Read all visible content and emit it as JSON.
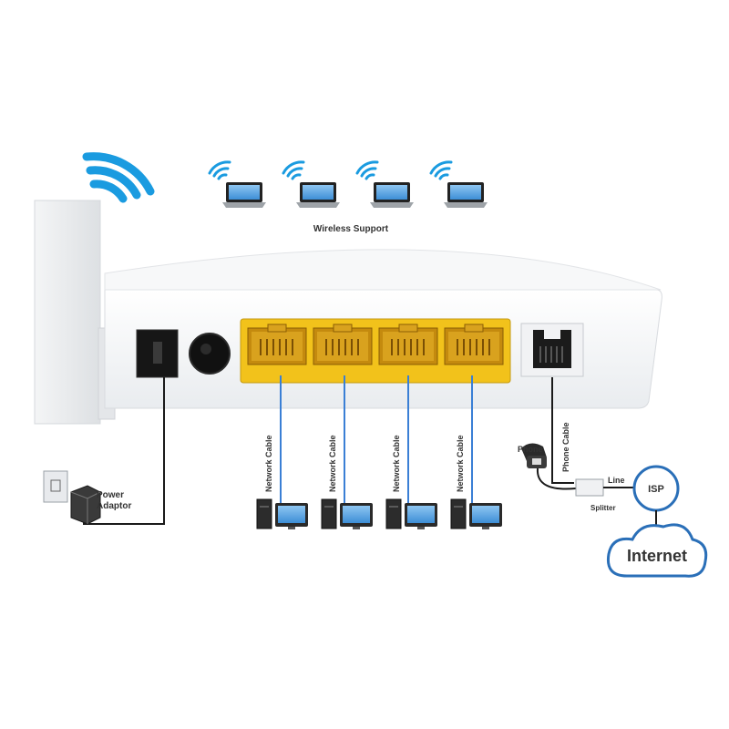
{
  "labels": {
    "wireless": "Wireless Support",
    "power_adapter_line1": "Power",
    "power_adapter_line2": "Adaptor",
    "network_cable": "Network Cable",
    "phone": "Phone",
    "phone_cable": "Phone Cable",
    "line": "Line",
    "splitter": "Splitter",
    "isp": "ISP",
    "internet": "Internet"
  },
  "colors": {
    "lan_port": "#f2c21b",
    "lan_cable": "#3a7fd5",
    "wifi": "#1a9be0",
    "internet_outline": "#2a6fb8",
    "internet_text": "#1f5f9f"
  },
  "wireless_clients": [
    "laptop",
    "laptop",
    "laptop",
    "laptop"
  ],
  "lan_ports": [
    "lan-1",
    "lan-2",
    "lan-3",
    "lan-4"
  ],
  "wired_clients": [
    "desktop-pc",
    "desktop-pc",
    "desktop-pc",
    "desktop-pc"
  ]
}
